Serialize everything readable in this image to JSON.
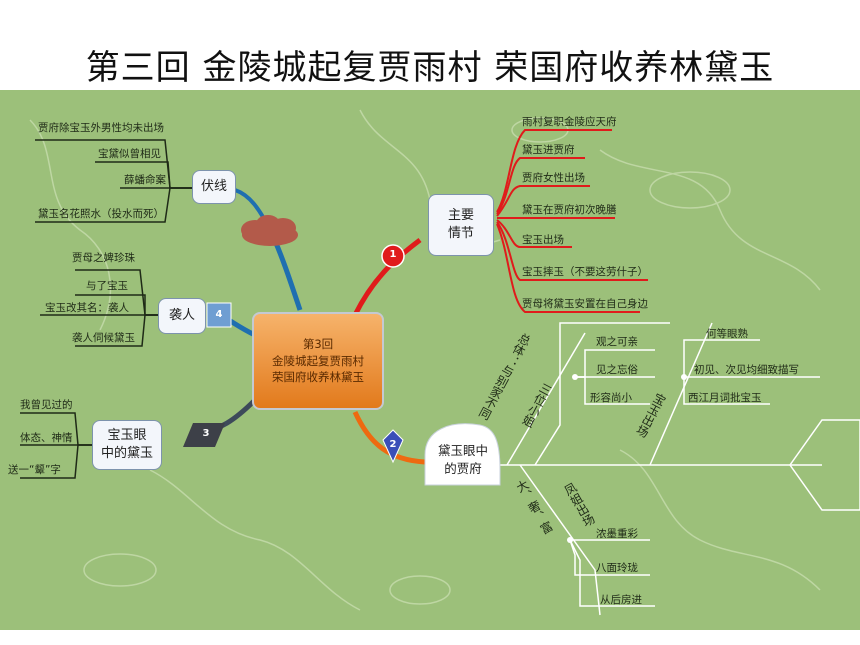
{
  "title": "第三回 金陵城起复贾雨村 荣国府收养林黛玉",
  "center": {
    "line1": "第3回",
    "line2": "金陵城起复贾雨村",
    "line3": "荣国府收养林黛玉"
  },
  "colors": {
    "background": "#9cc07a",
    "branch1": "#e01b1b",
    "branch2": "#ee6a10",
    "branch3": "#3d4a5a",
    "branch4": "#1f6fb0",
    "cloud": "#b35a4a"
  },
  "branches": {
    "plot": {
      "badge": "1",
      "label_line1": "主要",
      "label_line2": "情节",
      "items": [
        "雨村复职金陵应天府",
        "黛玉进贾府",
        "贾府女性出场",
        "黛玉在贾府初次晚膳",
        "宝玉出场",
        "宝玉摔玉（不要这劳什子）",
        "贾母将黛玉安置在自己身边"
      ]
    },
    "jiaren": {
      "badge": "4",
      "label": "袭人",
      "items": [
        "贾母之婢珍珠",
        "与了宝玉",
        "宝玉改其名：袭人",
        "袭人伺候黛玉"
      ]
    },
    "foreshadow": {
      "label": "伏线",
      "items": [
        "贾府除宝玉外男性均未出场",
        "宝黛似曾相见",
        "薛蟠命案",
        "黛玉名花照水（投水而死）"
      ]
    },
    "baoyu_eye": {
      "badge": "3",
      "label_line1": "宝玉眼",
      "label_line2": "中的黛玉",
      "items": [
        "我曾见过的",
        "体态、神情",
        "送一“颦”字"
      ]
    },
    "daiyu_eye": {
      "badge": "2",
      "label_line1": "黛玉眼中",
      "label_line2": "的贾府",
      "overall": "总体：与别家不同",
      "three_maids": "三位小姐",
      "maid_items": [
        "观之可亲",
        "见之忘俗",
        "形容尚小"
      ],
      "baoyu_appear": "宝玉出场",
      "baoyu_items": [
        "何等眼熟",
        "初见、次见均细致描写",
        "西江月词批宝玉"
      ],
      "size_note": "大、奢、富",
      "fengjie": "凤姐出场",
      "fengjie_items": [
        "浓墨重彩",
        "八面玲珑",
        "从后房进"
      ]
    }
  }
}
